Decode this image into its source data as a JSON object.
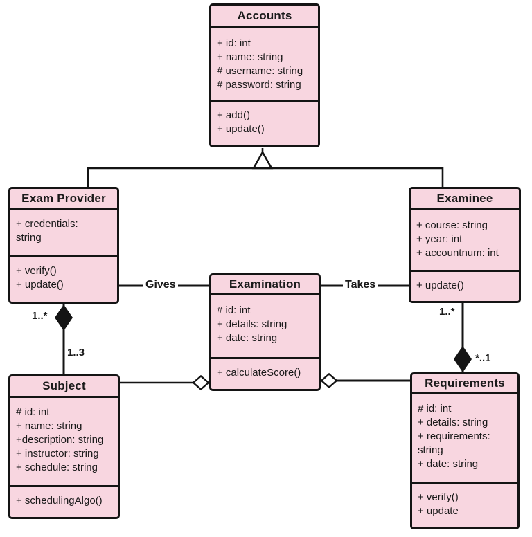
{
  "style": {
    "class_fill": "#f8d6e0",
    "border_color": "#141414",
    "background": "#ffffff",
    "text_color": "#1a1a1a"
  },
  "classes": {
    "accounts": {
      "name": "Accounts",
      "attributes": [
        "+ id: int",
        "+ name: string",
        "# username: string",
        "# password: string"
      ],
      "methods": [
        "+ add()",
        "+ update()"
      ]
    },
    "exam_provider": {
      "name": "Exam Provider",
      "attributes": [
        "+ credentials: string"
      ],
      "methods": [
        "+ verify()",
        "+ update()"
      ]
    },
    "examinee": {
      "name": "Examinee",
      "attributes": [
        "+ course: string",
        "+ year: int",
        "+ accountnum: int"
      ],
      "methods": [
        "+ update()"
      ]
    },
    "examination": {
      "name": "Examination",
      "attributes": [
        "# id: int",
        "+ details: string",
        "+ date: string"
      ],
      "methods": [
        "+ calculateScore()"
      ]
    },
    "subject": {
      "name": "Subject",
      "attributes": [
        "# id: int",
        "+ name: string",
        "+description: string",
        "+ instructor: string",
        "+ schedule: string"
      ],
      "methods": [
        "+ schedulingAlgo()"
      ]
    },
    "requirements": {
      "name": "Requirements",
      "attributes": [
        "# id: int",
        "+ details: string",
        "+ requirements: string",
        "+ date: string"
      ],
      "methods": [
        "+ verify()",
        "+ update"
      ]
    }
  },
  "relationships": {
    "generalization": {
      "type": "generalization",
      "parent": "Accounts",
      "children": [
        "Exam Provider",
        "Examinee"
      ]
    },
    "gives": {
      "type": "association",
      "label": "Gives",
      "from": "Exam Provider",
      "to": "Examination"
    },
    "takes": {
      "type": "association",
      "label": "Takes",
      "from": "Examinee",
      "to": "Examination"
    },
    "provider_subject": {
      "type": "composition",
      "from": "Exam Provider",
      "to": "Subject",
      "source_multiplicity": "1..*",
      "target_multiplicity": "1..3"
    },
    "examinee_requirements": {
      "type": "composition",
      "from": "Examinee",
      "to": "Requirements",
      "source_multiplicity": "1..*",
      "target_multiplicity": "*..1"
    },
    "subject_examination": {
      "type": "aggregation",
      "from": "Subject",
      "to": "Examination"
    },
    "requirements_examination": {
      "type": "aggregation",
      "from": "Requirements",
      "to": "Examination"
    }
  }
}
